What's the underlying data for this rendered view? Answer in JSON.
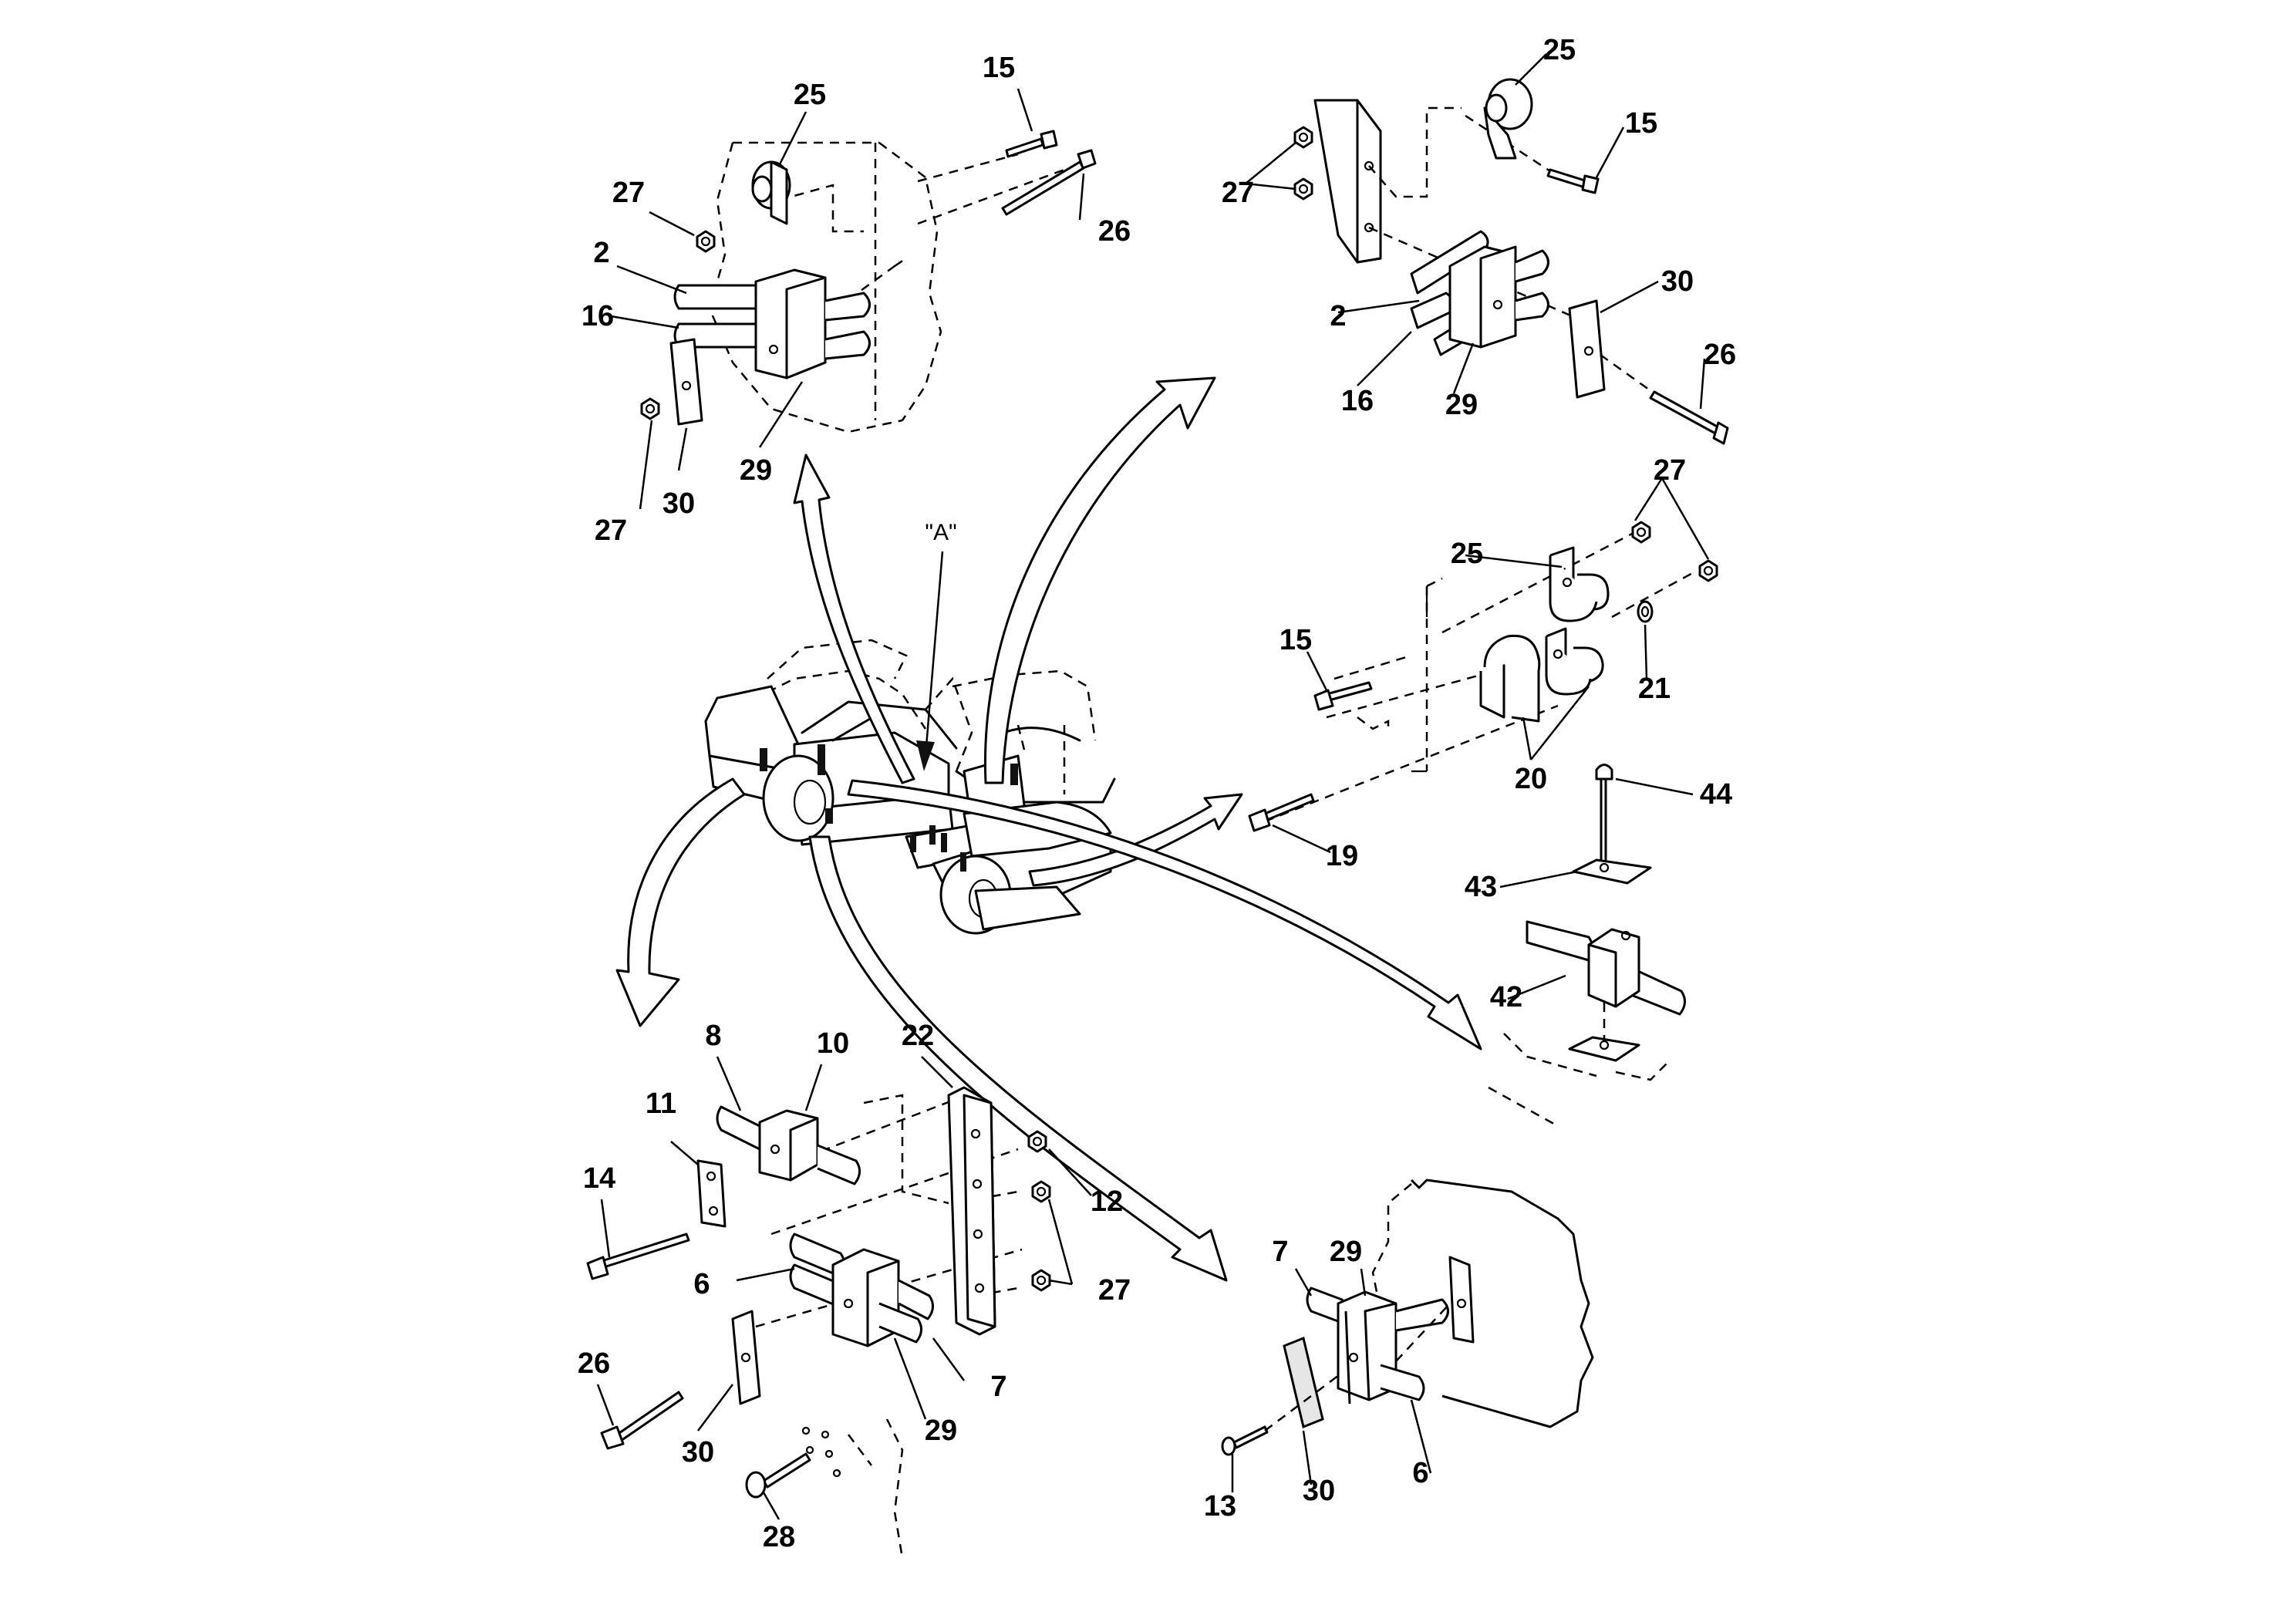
{
  "callout_view": "\"A\"",
  "labels": {
    "tl": [
      "25",
      "15",
      "27",
      "26",
      "2",
      "16",
      "27",
      "30",
      "29"
    ],
    "tr": [
      "25",
      "15",
      "27",
      "30",
      "2",
      "16",
      "29",
      "26"
    ],
    "mr": [
      "27",
      "25",
      "15",
      "21",
      "20",
      "19"
    ],
    "rc": [
      "44",
      "43",
      "42"
    ],
    "bl": [
      "8",
      "10",
      "22",
      "11",
      "14",
      "12",
      "6",
      "27",
      "26",
      "30",
      "29",
      "7",
      "28"
    ],
    "br": [
      "7",
      "29",
      "13",
      "30",
      "6"
    ]
  }
}
